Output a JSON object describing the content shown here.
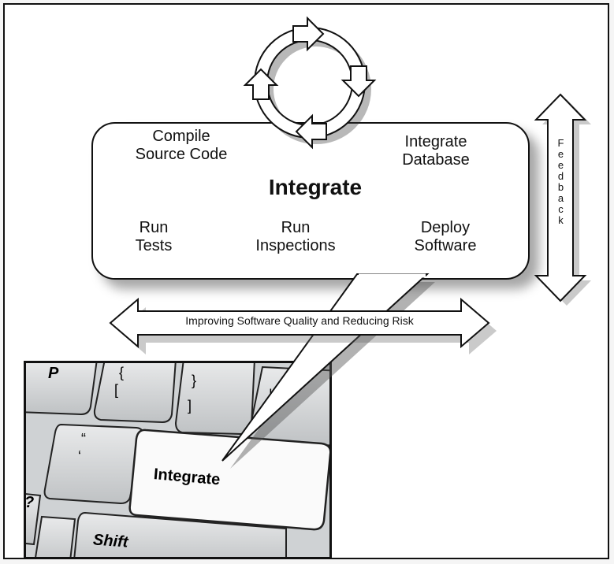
{
  "steps": {
    "compile": "Compile\nSource Code",
    "integrate_db": "Integrate\nDatabase",
    "center": "Integrate",
    "run_tests": "Run\nTests",
    "run_inspections": "Run\nInspections",
    "deploy": "Deploy\nSoftware"
  },
  "feedback": "Feedback",
  "quality_label": "Improving Software Quality and Reducing Risk",
  "keyboard": {
    "key_p": "P",
    "key_brace_top": "{",
    "key_brace_bottom": "[",
    "key_close_top": "}",
    "key_close_bottom": "]",
    "key_pipe": "|",
    "key_quote_top": "“",
    "key_quote_bottom": "‘",
    "key_question": "?",
    "integrate_key": "Integrate",
    "shift_key": "Shift"
  }
}
